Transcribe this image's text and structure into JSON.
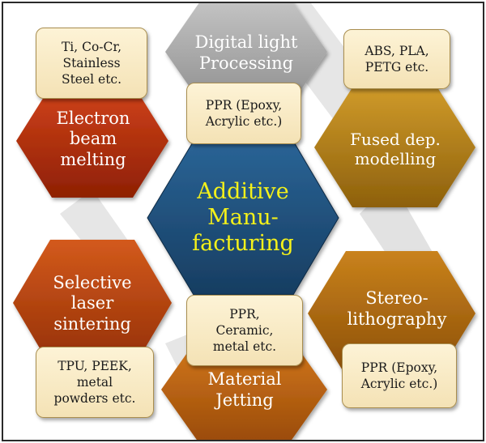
{
  "center": {
    "label": "Additive\nManu-\nfacturing",
    "text_color": "#f4f11a",
    "fill": "#1f4e79"
  },
  "processes": [
    {
      "id": "dlp",
      "label": "Digital light\nProcessing",
      "material": "PPR (Epoxy,\nAcrylic etc.)",
      "color": "#a9a9a9",
      "text_color": "#ffffff"
    },
    {
      "id": "fdm",
      "label": "Fused dep.\nmodelling",
      "material": "ABS, PLA,\nPETG etc.",
      "color": "#b07d18",
      "text_color": "#ffffff"
    },
    {
      "id": "sla",
      "label": "Stereo-\nlithography",
      "material": "PPR (Epoxy,\nAcrylic etc.)",
      "color": "#a9650e",
      "text_color": "#ffffff"
    },
    {
      "id": "mj",
      "label": "Material\nJetting",
      "material": "PPR,\nCeramic,\nmetal etc.",
      "color": "#b85e10",
      "text_color": "#ffffff"
    },
    {
      "id": "sls",
      "label": "Selective\nlaser\nsintering",
      "material": "TPU, PEEK,\nmetal\npowders etc.",
      "color": "#b8400c",
      "text_color": "#ffffff"
    },
    {
      "id": "ebm",
      "label": "Electron\nbeam\nmelting",
      "material": "Ti, Co-Cr,\nStainless\nSteel etc.",
      "color": "#b82d0c",
      "text_color": "#ffffff"
    }
  ]
}
